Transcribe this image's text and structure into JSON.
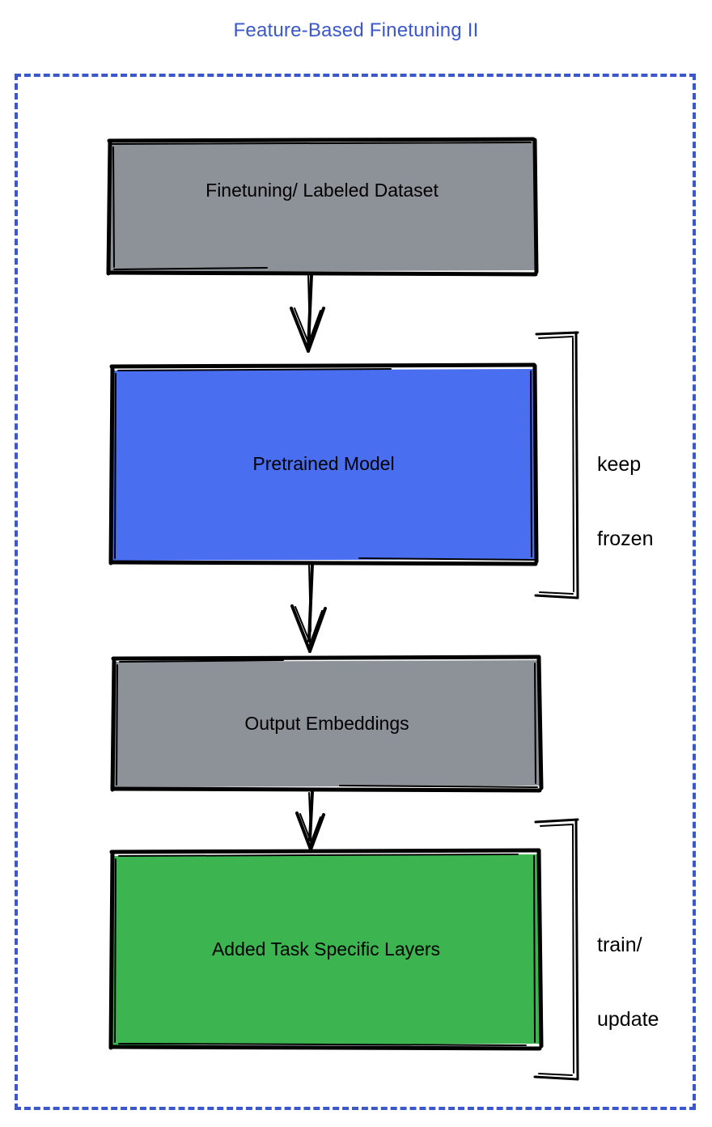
{
  "diagram": {
    "title": "Feature-Based Finetuning II",
    "title_color": "#3b57cc",
    "frame": {
      "style": "dashed",
      "color": "#3b57cc"
    },
    "nodes": [
      {
        "id": "finetuning-dataset",
        "label": "Finetuning/ Labeled Dataset",
        "fill": "#8d9299",
        "stroke": "#000000"
      },
      {
        "id": "pretrained-model",
        "label": "Pretrained Model",
        "fill": "#4a6ef0",
        "stroke": "#000000"
      },
      {
        "id": "output-embeddings",
        "label": "Output Embeddings",
        "fill": "#8d9299",
        "stroke": "#000000"
      },
      {
        "id": "task-specific-layers",
        "label": "Added Task Specific Layers",
        "fill": "#3cb44f",
        "stroke": "#000000"
      }
    ],
    "annotations": [
      {
        "id": "keep-frozen",
        "line1": "keep",
        "line2": "frozen",
        "target": "pretrained-model"
      },
      {
        "id": "train-update",
        "line1": "train/",
        "line2": "update",
        "target": "task-specific-layers"
      }
    ],
    "edges": [
      {
        "from": "finetuning-dataset",
        "to": "pretrained-model",
        "arrow": "down-arrow"
      },
      {
        "from": "pretrained-model",
        "to": "output-embeddings",
        "arrow": "down-arrow"
      },
      {
        "from": "output-embeddings",
        "to": "task-specific-layers",
        "arrow": "down-arrow"
      }
    ]
  }
}
